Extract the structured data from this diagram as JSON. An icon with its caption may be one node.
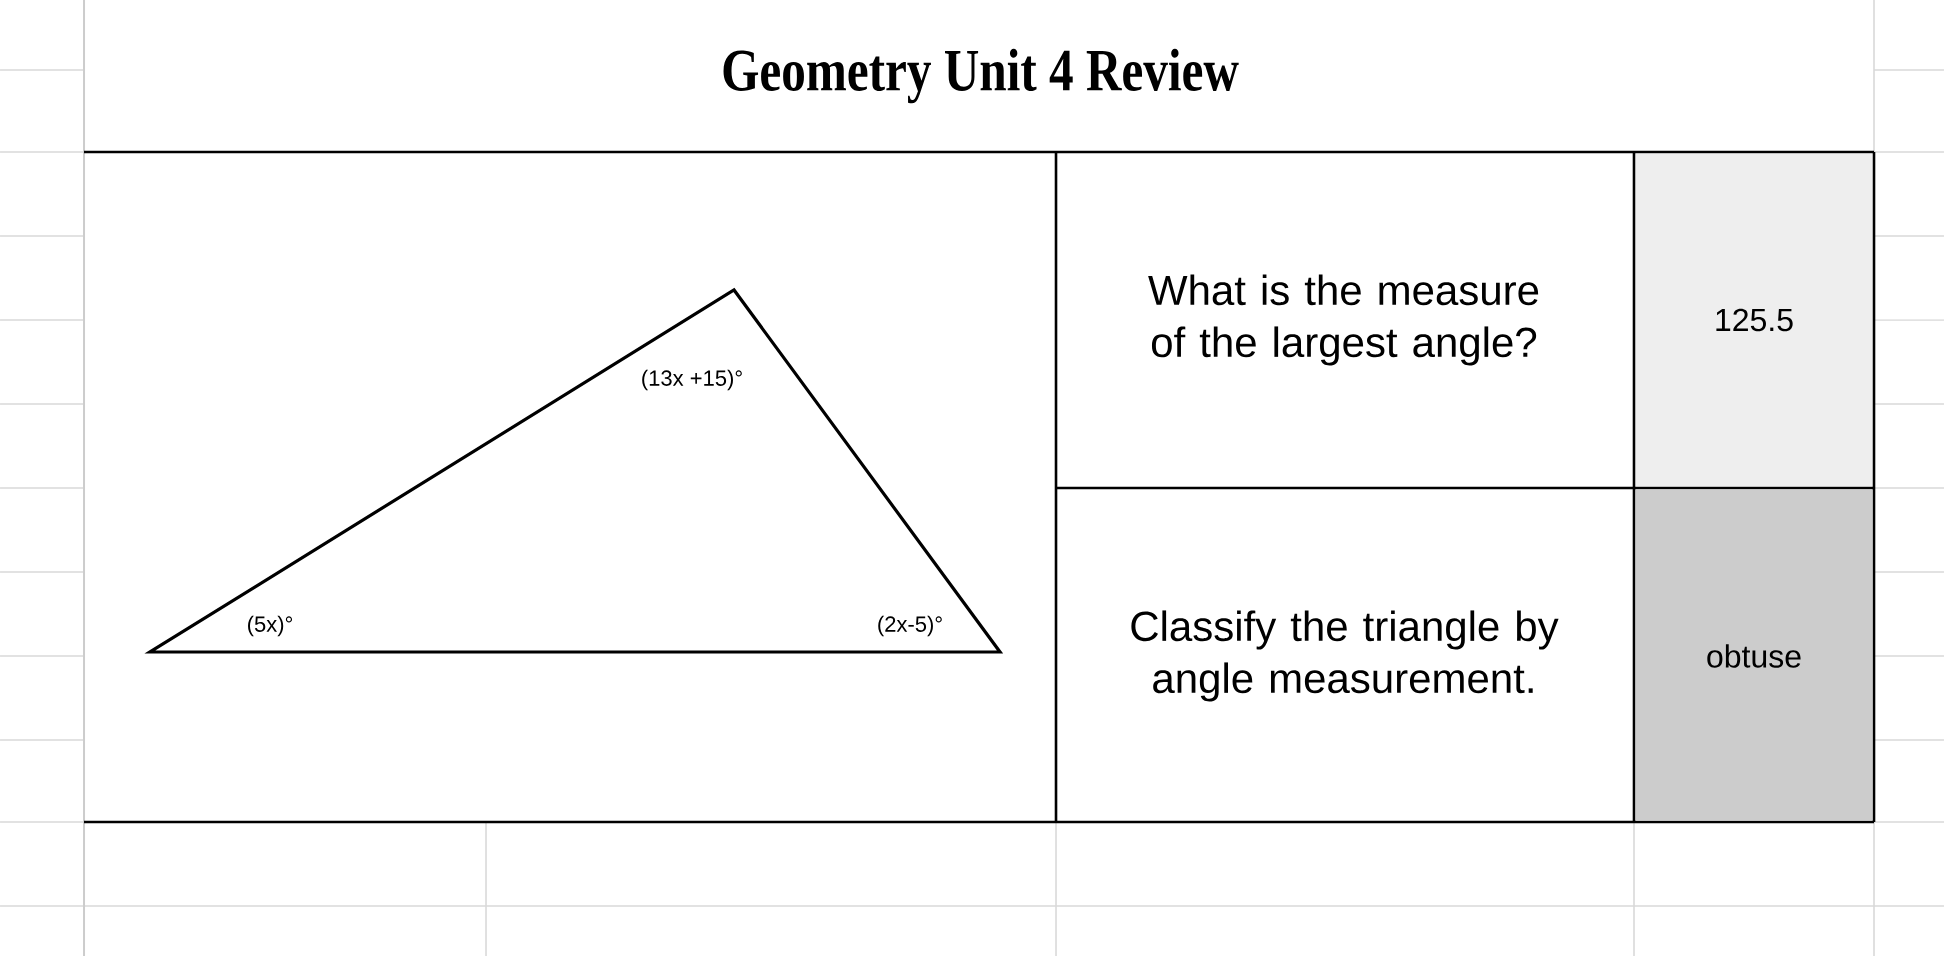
{
  "diagram": {
    "title": "Geometry Unit 4 Review",
    "labels": [
      "(13x +15)°",
      "(5x)°",
      "(2x-5)°",
      "What is the measure of the largest angle?",
      "125.5",
      "Classify the triangle by angle measurement.",
      "obtuse"
    ]
  }
}
